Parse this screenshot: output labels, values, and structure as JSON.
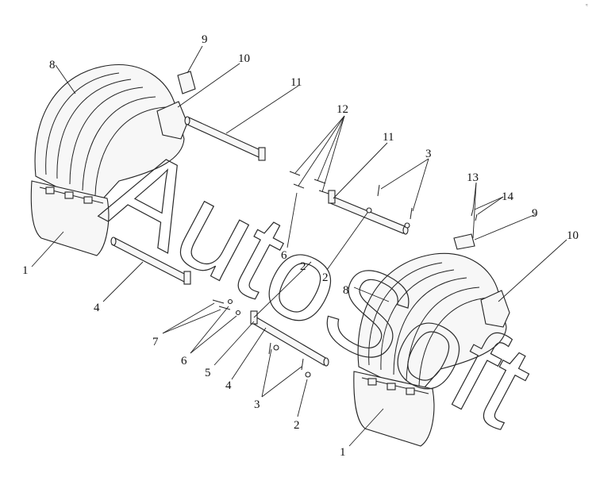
{
  "watermark": "AutoSoft",
  "corner_mark": "≈",
  "callouts": {
    "c1a": "1",
    "c1b": "1",
    "c2a": "2",
    "c2b": "2",
    "c2c": "2",
    "c3a": "3",
    "c3b": "3",
    "c4a": "4",
    "c4b": "4",
    "c5": "5",
    "c6a": "6",
    "c6b": "6",
    "c7": "7",
    "c8a": "8",
    "c8b": "8",
    "c9a": "9",
    "c9b": "9",
    "c10a": "10",
    "c10b": "10",
    "c11a": "11",
    "c11b": "11",
    "c12": "12",
    "c13": "13",
    "c14": "14"
  }
}
